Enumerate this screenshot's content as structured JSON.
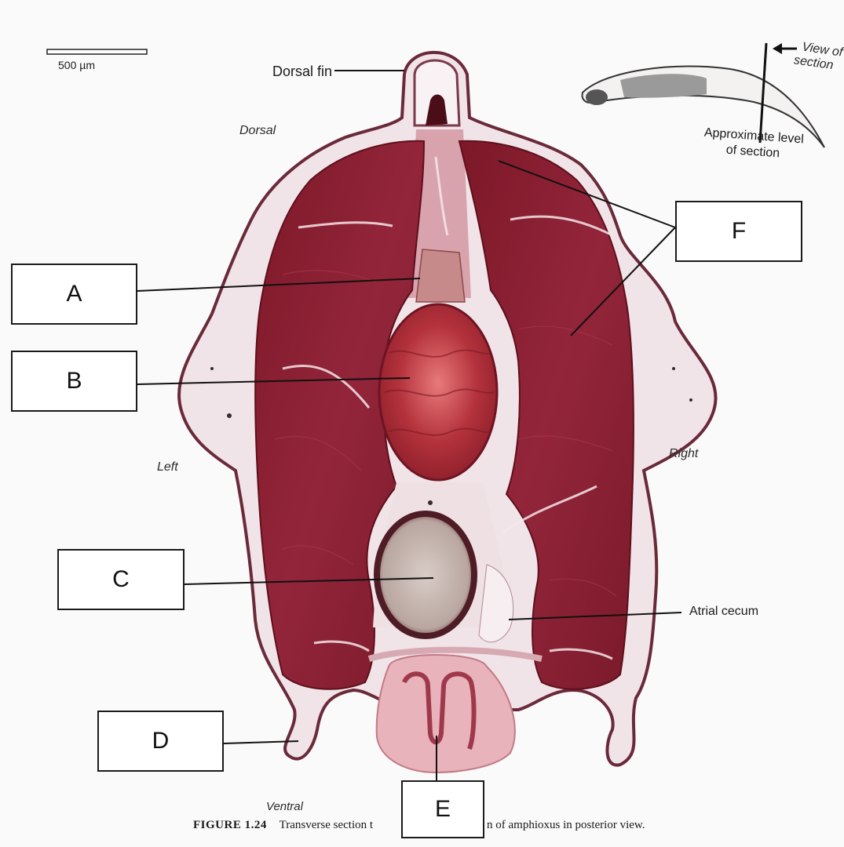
{
  "scale_bar": {
    "label": "500 µm"
  },
  "orientation": {
    "dorsal": "Dorsal",
    "ventral": "Ventral",
    "left": "Left",
    "right": "Right"
  },
  "annotations": {
    "dorsal_fin": "Dorsal fin",
    "atrial_cecum": "Atrial cecum"
  },
  "inset": {
    "view_label": "View of section",
    "view_label_line1": "View of",
    "view_label_line2": "section",
    "level_label_line1": "Approximate level",
    "level_label_line2": "of section"
  },
  "labels": {
    "A": "A",
    "B": "B",
    "C": "C",
    "D": "D",
    "E": "E",
    "F": "F"
  },
  "caption": {
    "figure": "FIGURE 1.24",
    "text_left": "Transverse section t",
    "text_right": "n of amphioxus in posterior view."
  },
  "colors": {
    "muscle": "#8c1f2e",
    "muscle_dark": "#6e1422",
    "notochord": "#b02a34",
    "gut": "#c9b8b0",
    "gut_rim": "#5a2a30",
    "fin": "#7a3a4a",
    "tissue_pale": "#e8c9cf",
    "background": "#fbfafb"
  }
}
